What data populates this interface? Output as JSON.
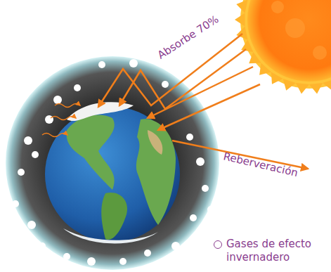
{
  "diagram": {
    "labels": [
      "Absorbe 70%",
      "Reberveración"
    ],
    "legend": [
      {
        "text": "Gases de efecto invernadero"
      }
    ]
  }
}
